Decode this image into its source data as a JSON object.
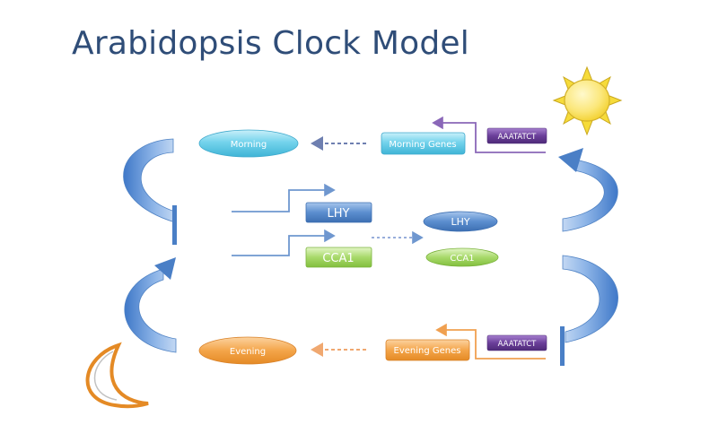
{
  "title": "Arabidopsis Clock Model",
  "nodes": {
    "morning": "Morning",
    "morning_genes": "Morning Genes",
    "motif_top": "AAATATCT",
    "lhy_gene": "LHY",
    "lhy_protein": "LHY",
    "cca1_gene": "CCA1",
    "cca1_protein": "CCA1",
    "evening": "Evening",
    "evening_genes": "Evening Genes",
    "motif_bottom": "AAATATCT"
  },
  "icons": [
    "sun-icon",
    "moon-icon"
  ],
  "colors": {
    "title": "#2f4d78",
    "morning": "#5fcbe6",
    "gene_box": "#5b8ecf",
    "motif": "#6b3f9a",
    "cca1": "#a8d96a",
    "evening": "#f4a54a",
    "arrow": "#5b92d6",
    "sun": "#f8dc3c"
  }
}
